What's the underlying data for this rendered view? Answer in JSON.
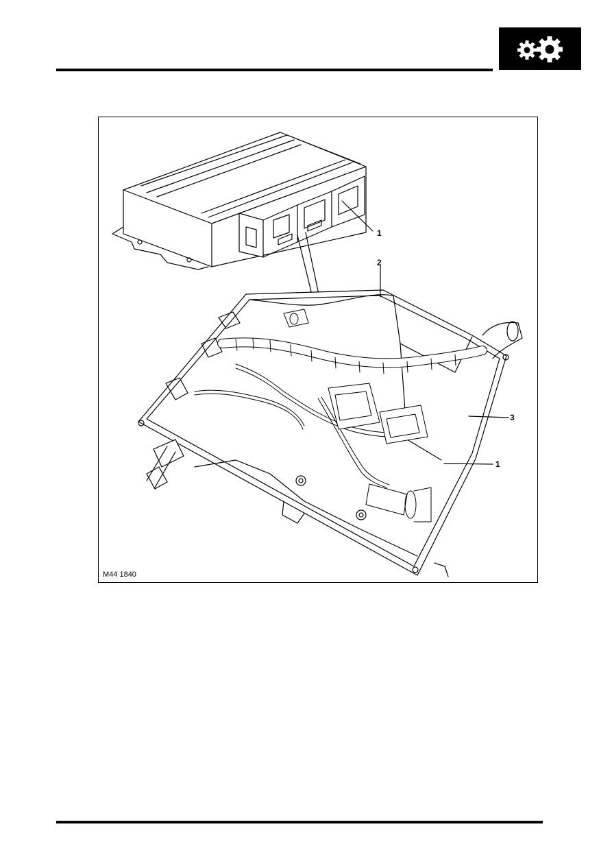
{
  "header": {
    "section_icon": "gears-icon",
    "badge_color": "#000000"
  },
  "figure": {
    "code": "M44 1840",
    "callouts": [
      {
        "id": "c1a",
        "label": "1"
      },
      {
        "id": "c2",
        "label": "2"
      },
      {
        "id": "c3",
        "label": "3"
      },
      {
        "id": "c1b",
        "label": "1"
      }
    ]
  }
}
